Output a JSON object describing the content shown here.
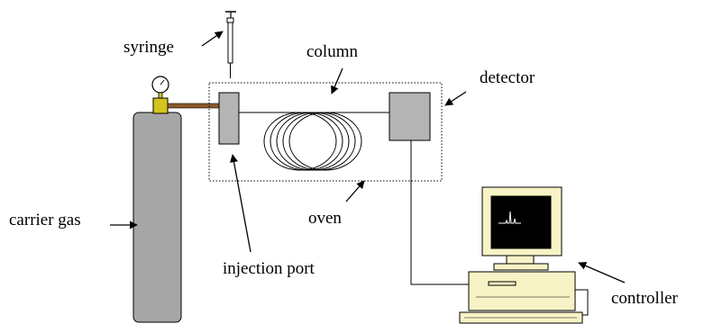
{
  "labels": {
    "syringe": "syringe",
    "column": "column",
    "detector": "detector",
    "carrier_gas": "carrier gas",
    "oven": "oven",
    "injection_port": "injection port",
    "controller": "controller"
  },
  "colors": {
    "component_gray": "#b4b4b4",
    "cylinder_gray": "#a6a6a6",
    "valve_yellow": "#d4c41e",
    "copper_line": "#8b5a2b",
    "monitor_beige": "#f8f3c6",
    "screen_black": "#000000",
    "line": "#000000"
  }
}
